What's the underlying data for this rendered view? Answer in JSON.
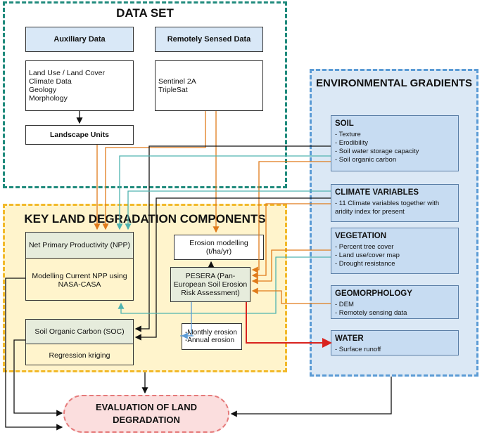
{
  "dataset": {
    "title": "DATA SET",
    "auxiliary": {
      "header": "Auxiliary Data",
      "items": [
        "Land Use / Land Cover",
        "Climate Data",
        "Geology",
        "Morphology"
      ]
    },
    "remote": {
      "header": "Remotely Sensed Data",
      "items": [
        "Sentinel 2A",
        "TripleSat"
      ]
    },
    "landscape_units": "Landscape Units"
  },
  "kldc": {
    "title": "KEY LAND DEGRADATION COMPONENTS",
    "npp_header": "Net Primary Productivity (NPP)",
    "npp_body": "Modelling Current NPP using NASA-CASA",
    "erosion_modelling": "Erosion modelling",
    "erosion_units": "(t/ha/yr)",
    "pesera": "PESERA (Pan-European Soil Erosion Risk Assessment)",
    "soc_header": "Soil Organic Carbon (SOC)",
    "soc_body": "Regression kriging",
    "erosion_outputs": [
      "-Monthly erosion",
      "-Annual erosion"
    ]
  },
  "env": {
    "title": "ENVIRONMENTAL GRADIENTS",
    "soil": {
      "title": "SOIL",
      "items": [
        "- Texture",
        "- Erodibility",
        "- Soil water storage capacity",
        "- Soil organic carbon"
      ]
    },
    "climate": {
      "title": "CLIMATE VARIABLES",
      "items": [
        "- 11 Climate variables together with aridity index for present"
      ]
    },
    "vegetation": {
      "title": "VEGETATION",
      "items": [
        "- Percent tree cover",
        "- Land use/cover map",
        "- Drought resistance"
      ]
    },
    "geomorphology": {
      "title": "GEOMORPHOLOGY",
      "items": [
        "- DEM",
        "- Remotely sensing data"
      ]
    },
    "water": {
      "title": "WATER",
      "items": [
        "- Surface runoff"
      ]
    }
  },
  "evaluation": {
    "line1": "EVALUATION OF LAND",
    "line2": "DEGRADATION"
  },
  "colors": {
    "teal": "#1f8a7c",
    "orange": "#e07b1a",
    "yellow": "#f2b92a",
    "blue": "#5b9bd5",
    "red": "#d9231e",
    "cyan": "#4fb3b0"
  }
}
